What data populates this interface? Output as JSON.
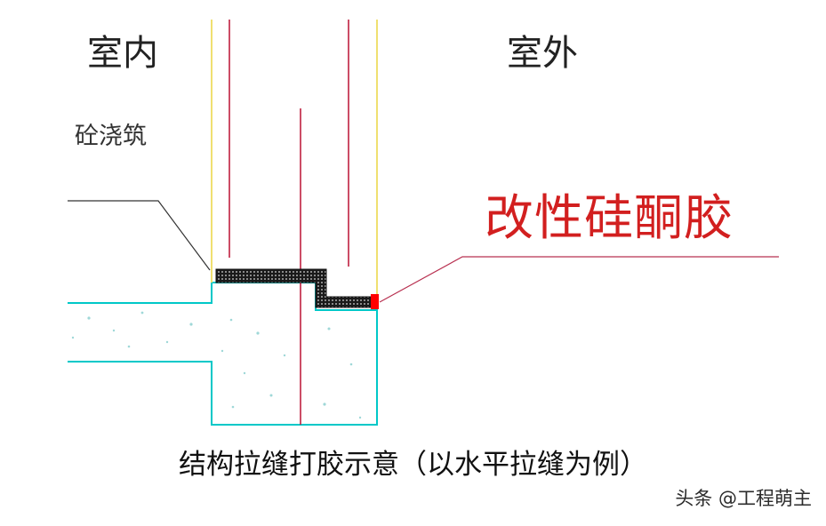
{
  "labels": {
    "indoor": "室内",
    "outdoor": "室外",
    "concrete_pour": "砼浇筑",
    "sealant": "改性硅酮胶"
  },
  "caption": "结构拉缝打胶示意（以水平拉缝为例）",
  "watermark": "头条 @工程萌主",
  "colors": {
    "concrete_outline": "#00c8c8",
    "wall_line": "#f0e070",
    "reinforcement_line": "#c02040",
    "sealant": "#ff0000",
    "sealant_text": "#d21f1f",
    "leader_line": "#b83050",
    "backer_material": "#1a1a1a"
  }
}
